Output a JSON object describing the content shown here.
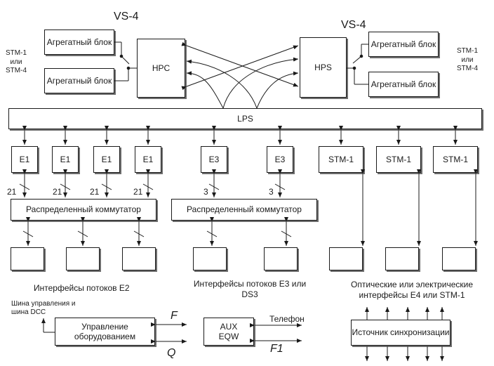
{
  "top": {
    "left_title": "VS-4",
    "right_title": "VS-4",
    "left_switch": "HPC",
    "right_switch": "HPS",
    "agg_left_1": "Агрегатный блок",
    "agg_left_2": "Агрегатный блок",
    "agg_right_1": "Агрегатный блок",
    "agg_right_2": "Агрегатный блок",
    "stm_left": "STM-1 или STM-4",
    "stm_right": "STM-1 или STM-4"
  },
  "lps": "LPS",
  "tributaries": [
    {
      "label": "E1",
      "count": "21"
    },
    {
      "label": "E1",
      "count": "21"
    },
    {
      "label": "E1",
      "count": "21"
    },
    {
      "label": "E1",
      "count": "21"
    },
    {
      "label": "E3",
      "count": "3"
    },
    {
      "label": "E3",
      "count": "3"
    },
    {
      "label": "STM-1",
      "count": ""
    },
    {
      "label": "STM-1",
      "count": ""
    },
    {
      "label": "STM-1",
      "count": ""
    }
  ],
  "distributed_switch_1": "Распределенный коммутатор",
  "distributed_switch_2": "Распределенный коммутатор",
  "captions": {
    "e2": "Интерфейсы потоков E2",
    "e3": "Интерфейсы потоков E3 или DS3",
    "optical": "Оптические или электрические интерфейсы E4 или STM-1"
  },
  "bottom": {
    "bus_label": "Шина управления и шина DCC",
    "management": "Управление оборудованием",
    "f": "F",
    "q": "Q",
    "aux_1": "AUX",
    "aux_2": "EQW",
    "phone": "Телефон",
    "f1": "F1",
    "sync": "Источник синхронизации"
  }
}
